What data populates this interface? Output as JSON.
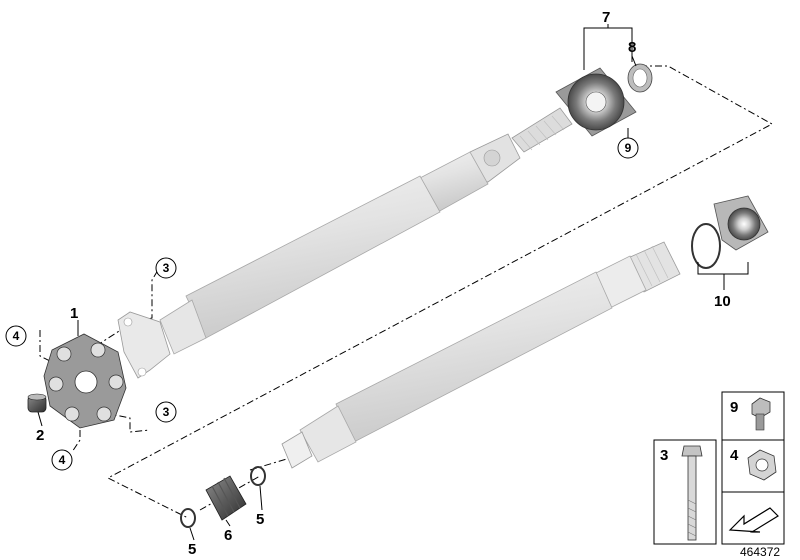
{
  "diagram": {
    "callouts": {
      "p1": "1",
      "p2": "2",
      "p3a": "3",
      "p3b": "3",
      "p4a": "4",
      "p4b": "4",
      "p5a": "5",
      "p5b": "5",
      "p6": "6",
      "p7": "7",
      "p8": "8",
      "p9": "9",
      "p10": "10"
    },
    "legend": {
      "l9": "9",
      "l3": "3",
      "l4": "4"
    },
    "reference_number": "464372"
  }
}
